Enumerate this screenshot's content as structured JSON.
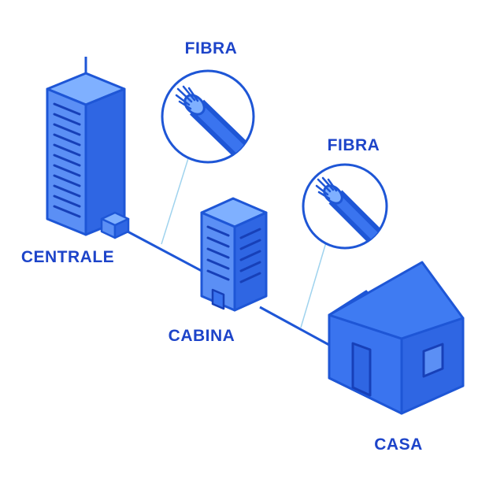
{
  "labels": {
    "fibra_top": "FIBRA",
    "fibra_right": "FIBRA",
    "centrale": "CENTRALE",
    "cabina": "CABINA",
    "casa": "CASA"
  },
  "colors": {
    "primary": "#1e56d6",
    "light": "#5b8ff5",
    "mid": "#3a74ef",
    "dark": "#1740b8",
    "pale": "#7fb0ff",
    "leader": "#9fd3ee",
    "text": "#1d44c9"
  },
  "icons": {
    "fiber_magnifier": "fiber-optic-cable-icon",
    "exchange": "office-tower-icon",
    "cabinet": "street-cabinet-building-icon",
    "home": "house-icon"
  }
}
